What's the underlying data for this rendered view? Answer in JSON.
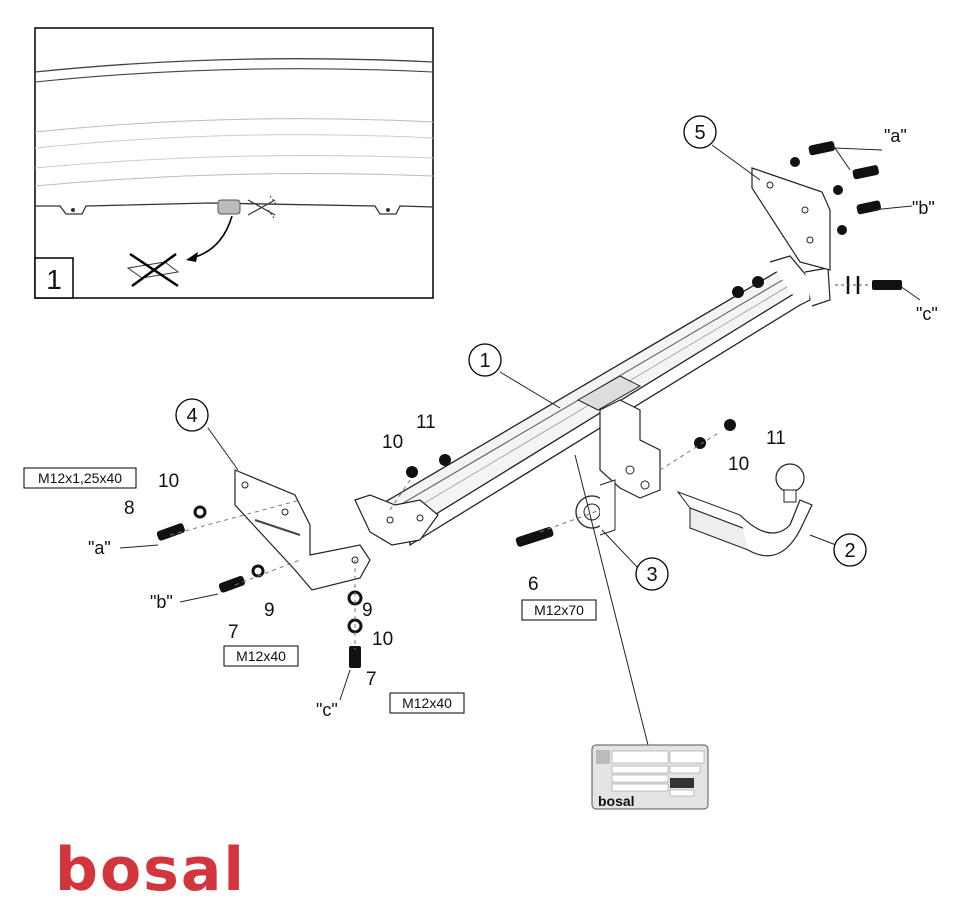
{
  "inset": {
    "number": "1"
  },
  "callouts": {
    "c1": "1",
    "c2": "2",
    "c3": "3",
    "c4": "4",
    "c5": "5"
  },
  "labels": {
    "n11_top": "11",
    "n10_top": "10",
    "n11_right": "11",
    "n10_right": "10",
    "n10_left": "10",
    "n8": "8",
    "n9_left": "9",
    "n7_left": "7",
    "n9_center": "9",
    "n10_center": "10",
    "n7_center": "7",
    "n6": "6"
  },
  "bolt_tags": {
    "a_top": "\"a\"",
    "b_top": "\"b\"",
    "c_right": "\"c\"",
    "a_left": "\"a\"",
    "b_left": "\"b\"",
    "c_bottom": "\"c\""
  },
  "specs": {
    "m12x125x40": "M12x1,25x40",
    "m12x40_left": "M12x40",
    "m12x40_center": "M12x40",
    "m12x70": "M12x70"
  },
  "plate": {
    "brand": "bosal"
  },
  "brand": {
    "logo_text": "bosal",
    "color": "#d3353c"
  }
}
